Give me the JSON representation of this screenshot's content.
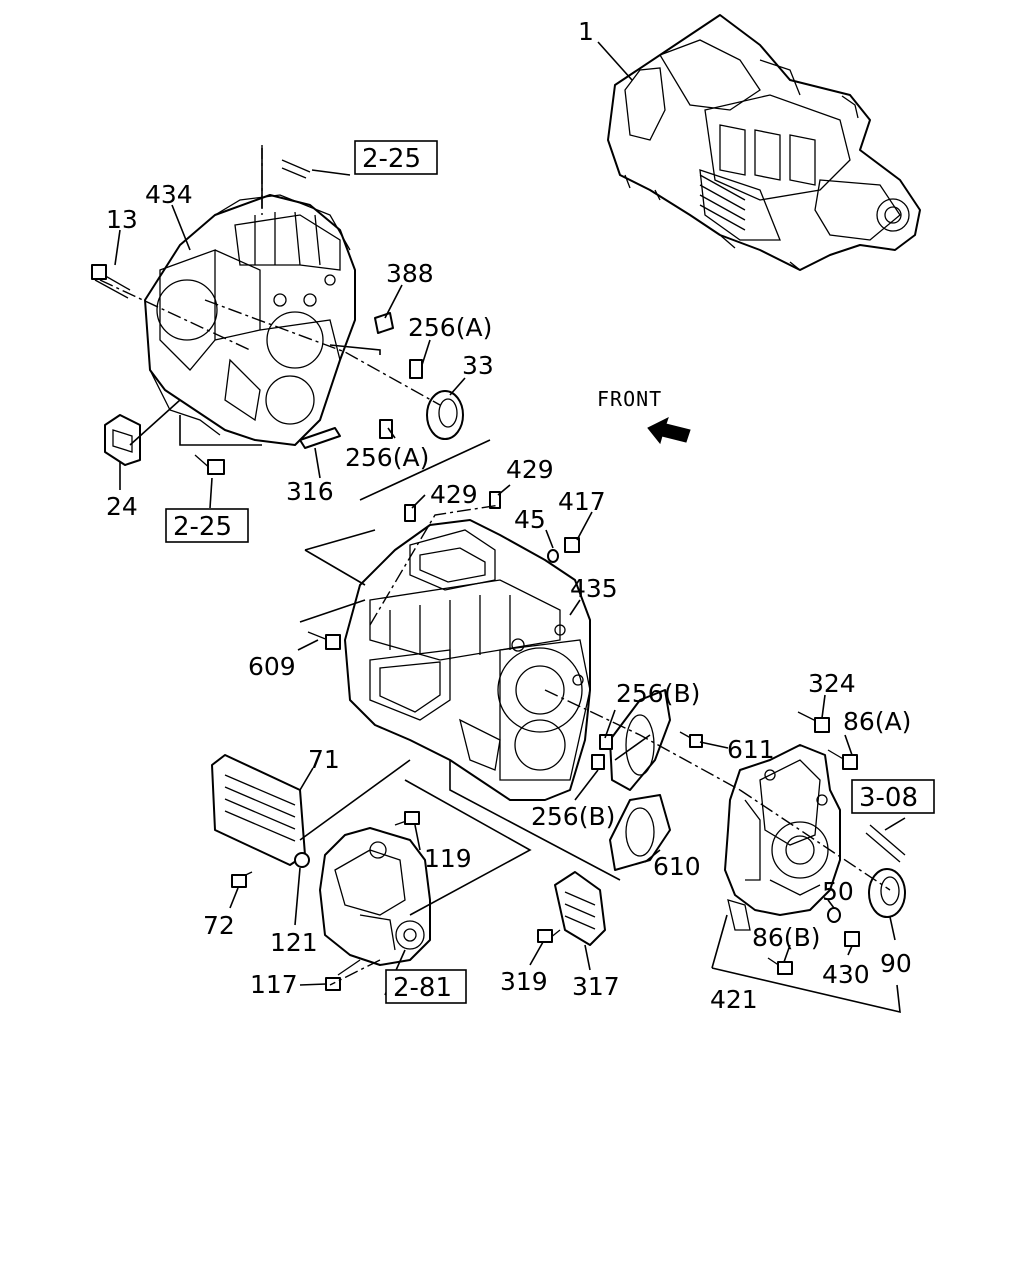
{
  "front_label": "FRONT",
  "callouts": [
    {
      "id": "c1",
      "text": "1"
    },
    {
      "id": "c434",
      "text": "434"
    },
    {
      "id": "c13",
      "text": "13"
    },
    {
      "id": "c388",
      "text": "388"
    },
    {
      "id": "c256a1",
      "text": "256(A)"
    },
    {
      "id": "c33",
      "text": "33"
    },
    {
      "id": "c256a2",
      "text": "256(A)"
    },
    {
      "id": "c316",
      "text": "316"
    },
    {
      "id": "c24",
      "text": "24"
    },
    {
      "id": "c429a",
      "text": "429"
    },
    {
      "id": "c429b",
      "text": "429"
    },
    {
      "id": "c45",
      "text": "45"
    },
    {
      "id": "c417",
      "text": "417"
    },
    {
      "id": "c435",
      "text": "435"
    },
    {
      "id": "c609",
      "text": "609"
    },
    {
      "id": "c256b1",
      "text": "256(B)"
    },
    {
      "id": "c611",
      "text": "611"
    },
    {
      "id": "c324",
      "text": "324"
    },
    {
      "id": "c86a",
      "text": "86(A)"
    },
    {
      "id": "c71",
      "text": "71"
    },
    {
      "id": "c256b2",
      "text": "256(B)"
    },
    {
      "id": "c610",
      "text": "610"
    },
    {
      "id": "c119",
      "text": "119"
    },
    {
      "id": "c72",
      "text": "72"
    },
    {
      "id": "c121",
      "text": "121"
    },
    {
      "id": "c117",
      "text": "117"
    },
    {
      "id": "c319",
      "text": "319"
    },
    {
      "id": "c317",
      "text": "317"
    },
    {
      "id": "c50",
      "text": "50"
    },
    {
      "id": "c86b",
      "text": "86(B)"
    },
    {
      "id": "c430",
      "text": "430"
    },
    {
      "id": "c90",
      "text": "90"
    },
    {
      "id": "c421",
      "text": "421"
    }
  ],
  "references": [
    {
      "id": "r225a",
      "text": "2-25"
    },
    {
      "id": "r225b",
      "text": "2-25"
    },
    {
      "id": "r308",
      "text": "3-08"
    },
    {
      "id": "r281",
      "text": "2-81"
    }
  ]
}
